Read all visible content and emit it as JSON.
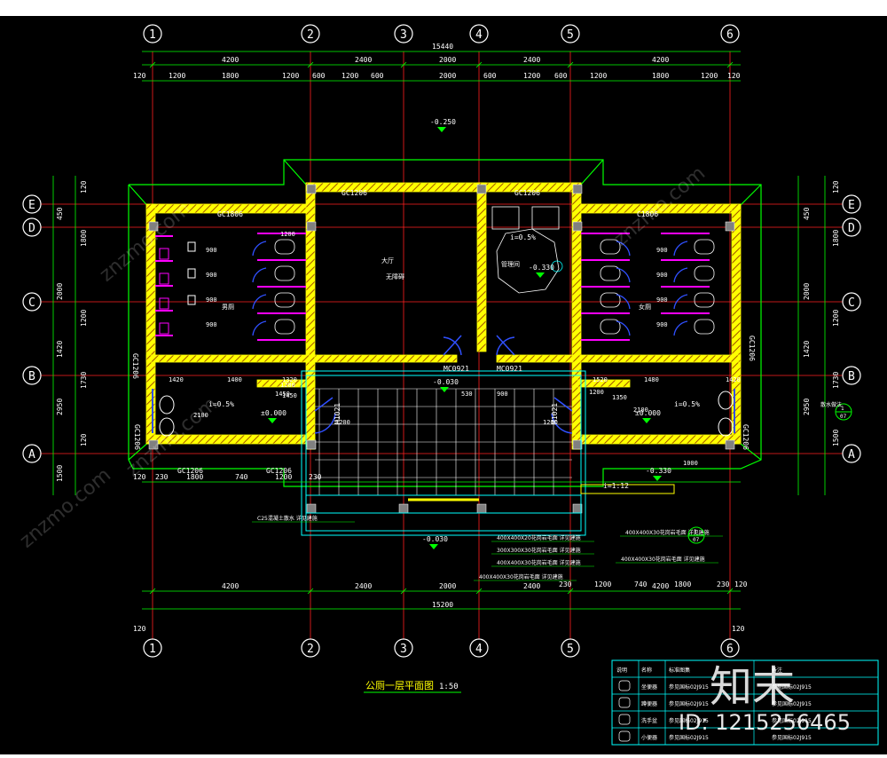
{
  "drawing": {
    "title": "公厕一层平面图",
    "scale": "1:50",
    "axes_top": [
      "1",
      "2",
      "3",
      "4",
      "5",
      "6"
    ],
    "axes_bottom": [
      "1",
      "2",
      "3",
      "4",
      "5",
      "6"
    ],
    "axes_left": [
      "E",
      "D",
      "C",
      "B",
      "A"
    ],
    "axes_right": [
      "E",
      "D",
      "C",
      "B",
      "A"
    ],
    "dims_top_total": "15440",
    "dims_top_row1": [
      "4200",
      "2400",
      "2000",
      "2400",
      "4200"
    ],
    "dims_top_row2": [
      "120",
      "1200",
      "1800",
      "1200",
      "600",
      "1200",
      "600",
      "2000",
      "600",
      "1200",
      "600",
      "1200",
      "1800",
      "1200",
      "120"
    ],
    "dims_bottom_row1": [
      "4200",
      "2400",
      "2000",
      "2400",
      "4200"
    ],
    "dims_bottom_total": "15200",
    "dims_bottom_ends": [
      "120",
      "120"
    ],
    "dims_bottom_local": [
      "120",
      "230",
      "1800",
      "740",
      "1200",
      "230"
    ],
    "dims_bottom_local_right": [
      "230",
      "1200",
      "740",
      "1800",
      "230",
      "120"
    ],
    "dims_left": [
      "120",
      "450",
      "1800",
      "2000",
      "1200",
      "1420",
      "1730",
      "2950",
      "120",
      "1500"
    ],
    "dims_right": [
      "120",
      "450",
      "1800",
      "2000",
      "1200",
      "1420",
      "1730",
      "2950",
      "1500"
    ],
    "windows": [
      "GC1206",
      "GC1206",
      "GC1806",
      "C1806",
      "GC1206",
      "GC1206",
      "GC1206",
      "GC1206",
      "GC1206",
      "GC1206"
    ],
    "doors": [
      "MC0921",
      "MC0921",
      "M1021",
      "M1021"
    ],
    "elevations": [
      "-0.250",
      "±0.000",
      "±0.000",
      "-0.030",
      "-0.330",
      "-0.030",
      "-0.330"
    ],
    "slopes": [
      "i=0.5%",
      "i=0.5%",
      "i=0.5%",
      "i=1:12"
    ],
    "room_labels": [
      "大厅",
      "管理间",
      "男厕",
      "女厕",
      "无障碍"
    ],
    "inner_dims": [
      "1200",
      "900",
      "900",
      "900",
      "900",
      "1200",
      "1450",
      "1420",
      "1400",
      "1320",
      "1520",
      "1480",
      "1200",
      "900",
      "900",
      "900",
      "900",
      "1420",
      "2100",
      "2100",
      "1450",
      "1350",
      "530",
      "900",
      "1200",
      "1200",
      "1000"
    ],
    "notes": [
      "400X400X20花岗岩毛面 详见建施",
      "300X300X30花岗岩毛面 详见建施",
      "400X400X30花岗岩毛面 详见建施",
      "400X400X30花岗岩毛面 详见建施",
      "C25混凝土散水 详见建施",
      "400X400X30花岗岩毛面 详见建施",
      "400X400X30花岗岩毛面 详见建施"
    ],
    "detail_labels": [
      "3",
      "07",
      "1",
      "07",
      "散水做法"
    ],
    "legend_rows": [
      {
        "code": "名称",
        "desc": "说明",
        "std": "标准图集",
        "ref": "备注"
      },
      {
        "code": "坐便器",
        "desc": "",
        "std": "参见国标02J915",
        "ref": "参见国标02J915"
      },
      {
        "code": "蹲便器",
        "desc": "",
        "std": "参见国标02J915",
        "ref": "参见国标02J915"
      },
      {
        "code": "洗手盆",
        "desc": "",
        "std": "参见国标02J915",
        "ref": "参见国标02J915"
      },
      {
        "code": "小便器",
        "desc": "",
        "std": "参见国标02J915",
        "ref": "参见国标02J915"
      }
    ]
  },
  "watermark": {
    "brand": "知末",
    "site": "znzmo.com",
    "id": "ID: 1215256465"
  },
  "colors": {
    "background": "#000000",
    "dim_green": "#00ff00",
    "axis_red": "#ff2020",
    "wall_yellow": "#ffff00",
    "blue": "#3050ff",
    "magenta": "#ff00ff",
    "cyan": "#00ffff",
    "white": "#ffffff"
  }
}
